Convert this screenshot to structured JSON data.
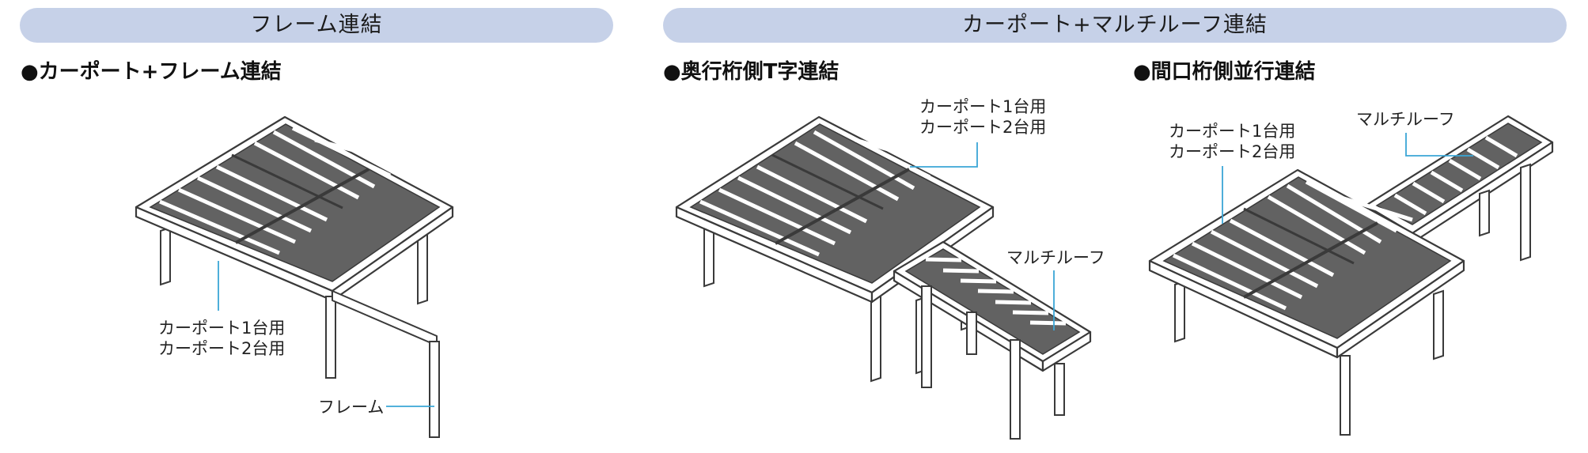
{
  "sections": [
    {
      "header": "フレーム連結"
    },
    {
      "header": "カーポート+マルチルーフ連結"
    }
  ],
  "diagrams": {
    "frame": {
      "subtitle": "●カーポート+フレーム連結",
      "label_carport_1": "カーポート1台用",
      "label_carport_2": "カーポート2台用",
      "label_frame": "フレーム"
    },
    "t_join": {
      "subtitle": "●奥行桁側T字連結",
      "label_carport_1": "カーポート1台用",
      "label_carport_2": "カーポート2台用",
      "label_multiroof": "マルチルーフ"
    },
    "parallel": {
      "subtitle": "●間口桁側並行連結",
      "label_carport_1": "カーポート1台用",
      "label_carport_2": "カーポート2台用",
      "label_multiroof": "マルチルーフ"
    }
  },
  "colors": {
    "header_bg": "#c6d1e8",
    "leader_line": "#3aa6d6",
    "roof_fill": "#5f5f5f",
    "structure_stroke": "#3a3a3a"
  }
}
